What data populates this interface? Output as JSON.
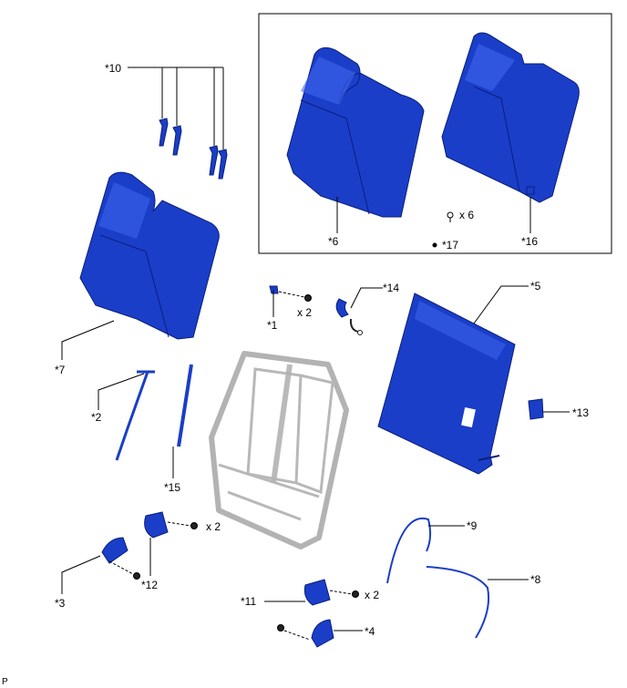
{
  "callouts": {
    "c1": "*1",
    "c2": "*2",
    "c3": "*3",
    "c4": "*4",
    "c5": "*5",
    "c6": "*6",
    "c7": "*7",
    "c8": "*8",
    "c9": "*9",
    "c10": "*10",
    "c11": "*11",
    "c12": "*12",
    "c13": "*13",
    "c14": "*14",
    "c15": "*15",
    "c16": "*16",
    "c17": "*17"
  },
  "quantities": {
    "q1": "x 2",
    "q12": "x 2",
    "q11": "x 2",
    "q_inset": "x 6"
  },
  "corner_mark": "P"
}
